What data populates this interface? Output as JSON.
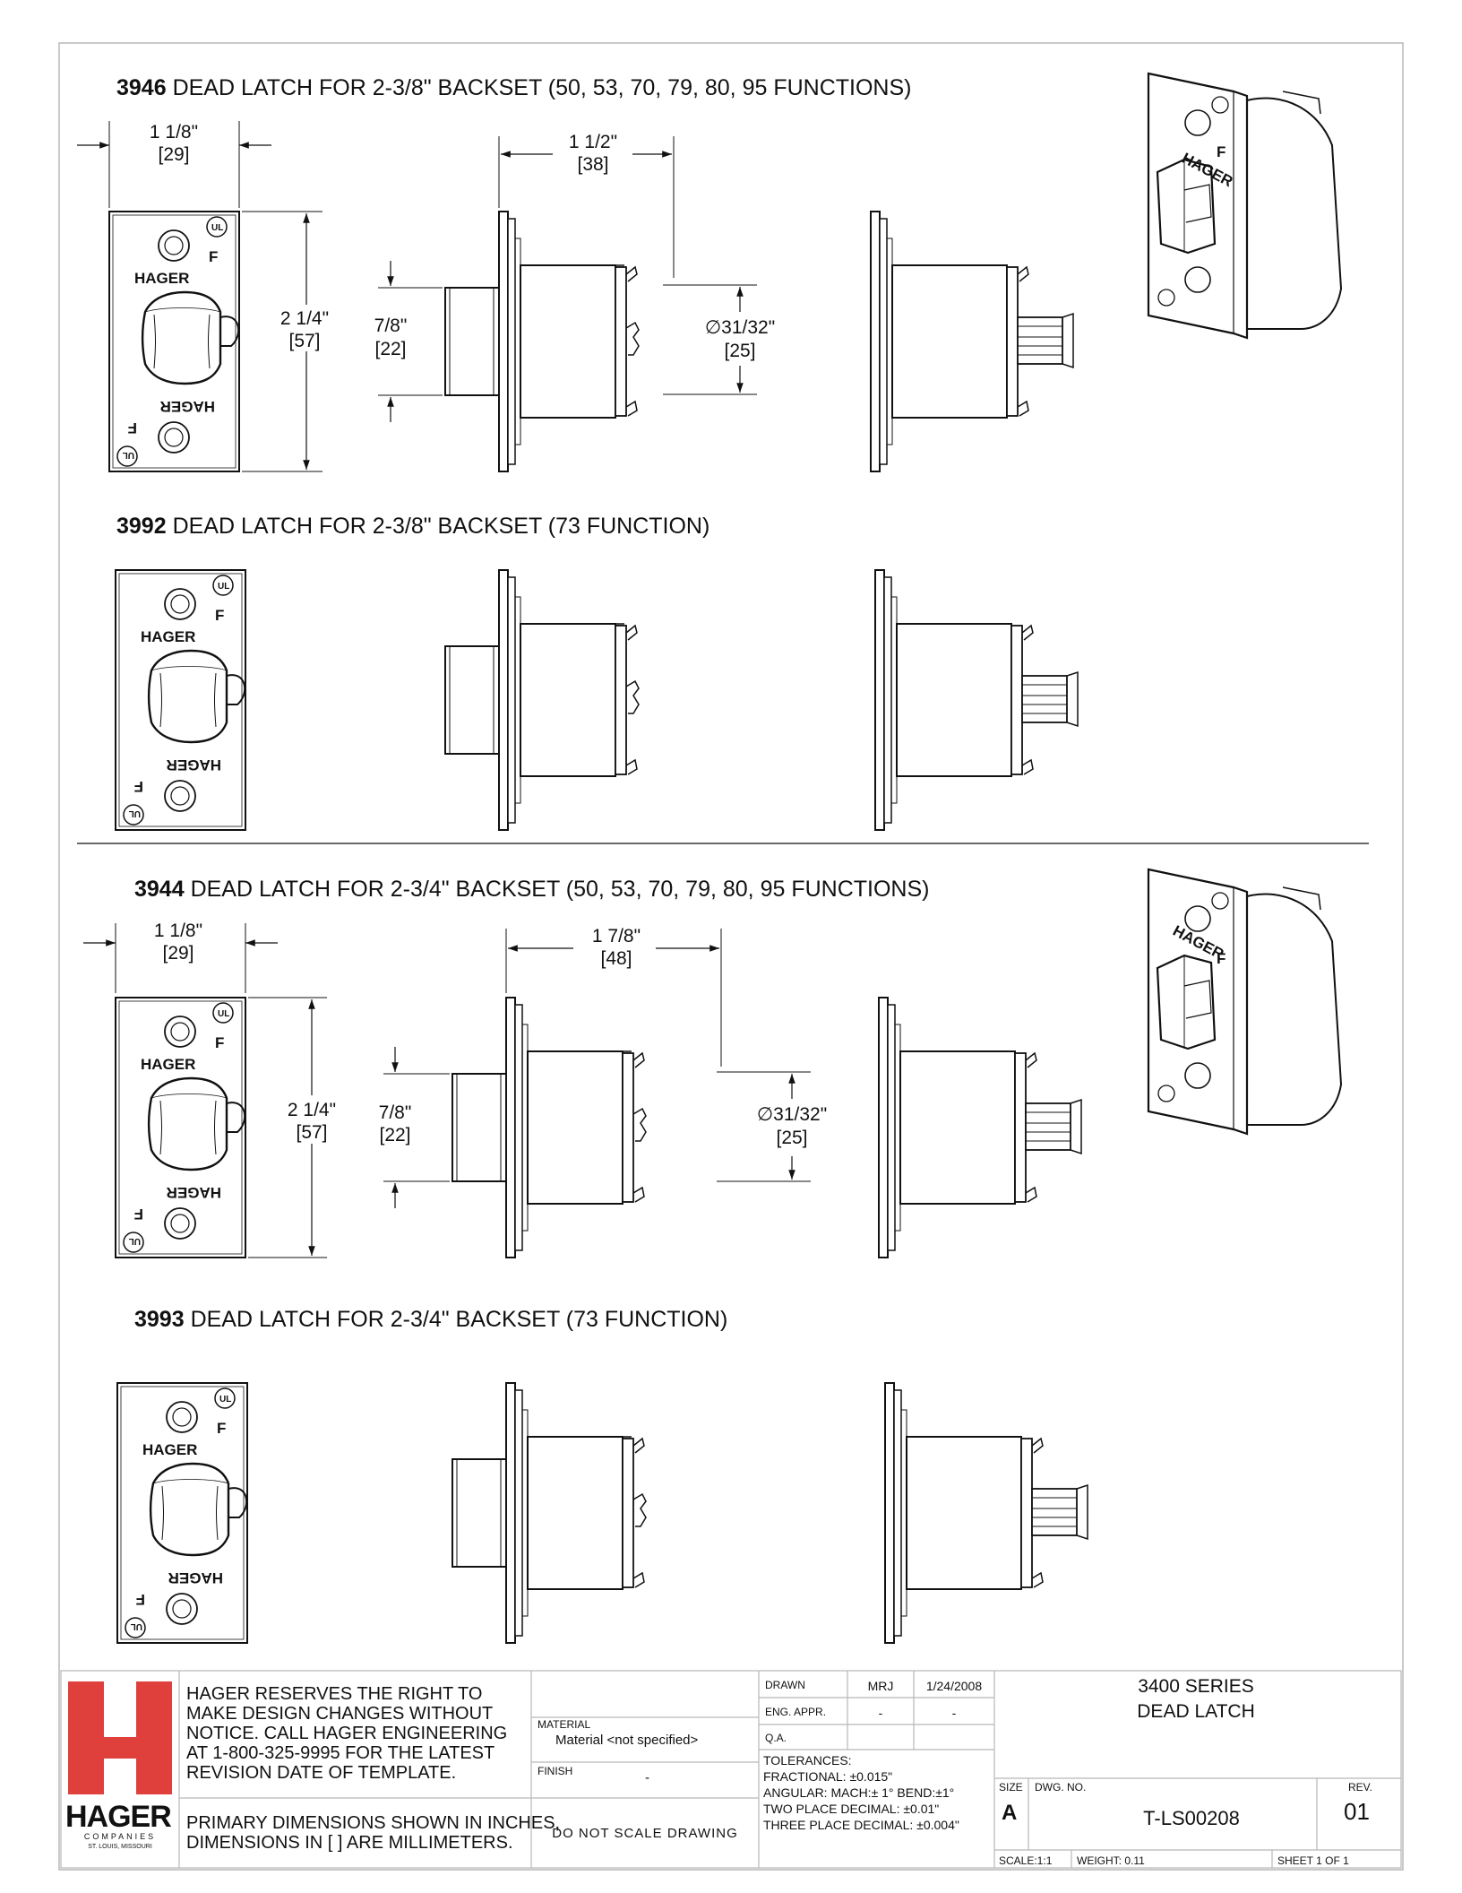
{
  "sections": [
    {
      "number": "3946",
      "title": "DEAD LATCH FOR 2-3/8\" BACKSET (50, 53, 70, 79, 80, 95 FUNCTIONS)"
    },
    {
      "number": "3992",
      "title": "DEAD LATCH FOR 2-3/8\" BACKSET (73 FUNCTION)"
    },
    {
      "number": "3944",
      "title": "DEAD LATCH FOR 2-3/4\" BACKSET (50, 53, 70, 79, 80, 95 FUNCTIONS)"
    },
    {
      "number": "3993",
      "title": "DEAD LATCH FOR 2-3/4\" BACKSET (73 FUNCTION)"
    }
  ],
  "dims": {
    "s1": {
      "plate_width": "1 1/8\"",
      "plate_width_mm": "[29]",
      "plate_height": "2 1/4\"",
      "plate_height_mm": "[57]",
      "bolt_height": "7/8\"",
      "bolt_height_mm": "[22]",
      "length": "1 1/2\"",
      "length_mm": "[38]",
      "diameter": "∅31/32\"",
      "diameter_mm": "[25]"
    },
    "s3": {
      "plate_width": "1 1/8\"",
      "plate_width_mm": "[29]",
      "plate_height": "2 1/4\"",
      "plate_height_mm": "[57]",
      "bolt_height": "7/8\"",
      "bolt_height_mm": "[22]",
      "length": "1 7/8\"",
      "length_mm": "[48]",
      "diameter": "∅31/32\"",
      "diameter_mm": "[25]"
    }
  },
  "plate": {
    "brand": "HAGER",
    "ul": "UL",
    "f": "F"
  },
  "title_block": {
    "logo_text": "HAGER",
    "logo_sub1": "COMPANIES",
    "logo_sub2": "ST. LOUIS, MISSOURI",
    "notice": [
      "HAGER RESERVES THE RIGHT TO",
      "MAKE DESIGN CHANGES WITHOUT",
      "NOTICE.  CALL HAGER ENGINEERING",
      "AT 1-800-325-9995 FOR THE LATEST",
      "REVISION DATE OF TEMPLATE."
    ],
    "units_note": [
      "PRIMARY DIMENSIONS SHOWN IN INCHES,",
      "DIMENSIONS IN [ ] ARE MILLIMETERS."
    ],
    "material_label": "MATERIAL",
    "material_value": "Material <not specified>",
    "finish_label": "FINISH",
    "finish_value": "-",
    "do_not_scale": "DO NOT SCALE DRAWING",
    "drawn_label": "DRAWN",
    "drawn_by": "MRJ",
    "drawn_date": "1/24/2008",
    "eng_label": "ENG. APPR.",
    "eng_by": "-",
    "eng_date": "-",
    "qa_label": "Q.A.",
    "tolerances": [
      "TOLERANCES:",
      "FRACTIONAL: ±0.015\"",
      "ANGULAR: MACH:± 1° BEND:±1°",
      "TWO PLACE DECIMAL: ±0.01\"",
      "THREE PLACE DECIMAL: ±0.004\""
    ],
    "series_title": [
      "3400 SERIES",
      "DEAD LATCH"
    ],
    "size_label": "SIZE",
    "size_value": "A",
    "dwg_label": "DWG.  NO.",
    "dwg_value": "T-LS00208",
    "rev_label": "REV.",
    "rev_value": "01",
    "scale": "SCALE:1:1",
    "weight": "WEIGHT: 0.11",
    "sheet": "SHEET 1 OF 1"
  },
  "colors": {
    "logo_red": "#e0403c",
    "line": "#111111",
    "border": "#b8b8b8"
  }
}
